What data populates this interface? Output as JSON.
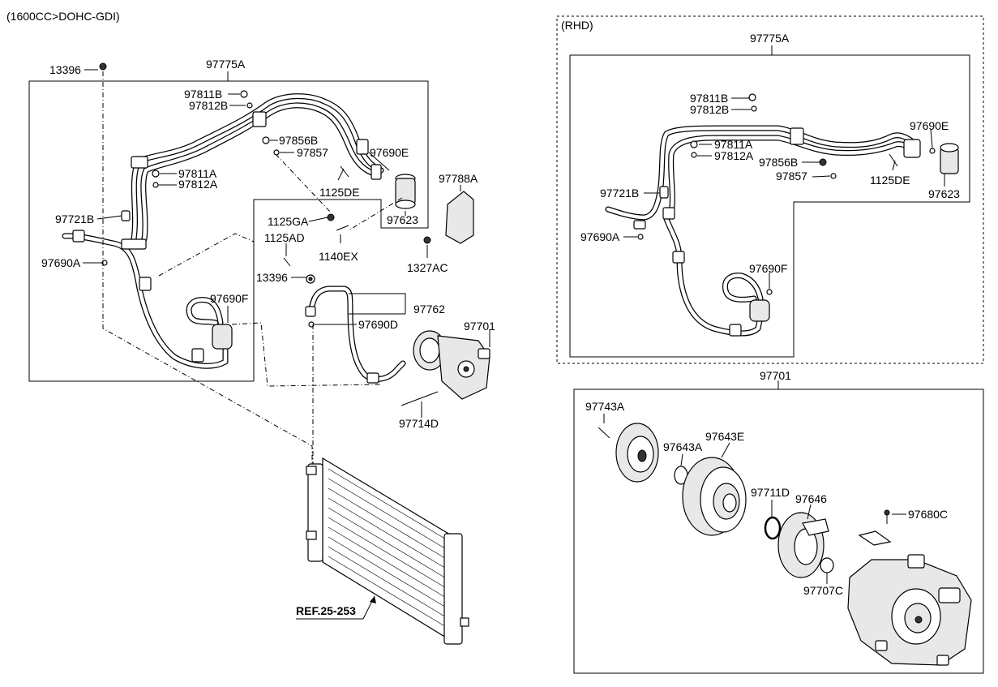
{
  "header": {
    "engine_spec": "(1600CC>DOHC-GDI)",
    "rhd_label": "(RHD)"
  },
  "left_labels": {
    "p13396_top": "13396",
    "p97775A": "97775A",
    "p97811B": "97811B",
    "p97812B": "97812B",
    "p97856B": "97856B",
    "p97857": "97857",
    "p97690E": "97690E",
    "p1125DE": "1125DE",
    "p97788A": "97788A",
    "p97811A": "97811A",
    "p97812A": "97812A",
    "p97721B": "97721B",
    "p1125GA": "1125GA",
    "p97623": "97623",
    "p1125AD": "1125AD",
    "p1140EX": "1140EX",
    "p1327AC": "1327AC",
    "p97690A": "97690A",
    "p13396_mid": "13396",
    "p97690F": "97690F",
    "p97762": "97762",
    "p97690D": "97690D",
    "p97701": "97701",
    "p97714D": "97714D",
    "ref": "REF.25-253"
  },
  "rhd_labels": {
    "p97775A": "97775A",
    "p97811B": "97811B",
    "p97812B": "97812B",
    "p97690E": "97690E",
    "p97811A": "97811A",
    "p97812A": "97812A",
    "p97856B": "97856B",
    "p97857": "97857",
    "p1125DE": "1125DE",
    "p97721B": "97721B",
    "p97623": "97623",
    "p97690A": "97690A",
    "p97690F": "97690F"
  },
  "compressor_labels": {
    "p97701": "97701",
    "p97743A": "97743A",
    "p97643E": "97643E",
    "p97643A": "97643A",
    "p97711D": "97711D",
    "p97646": "97646",
    "p97680C": "97680C",
    "p97707C": "97707C"
  }
}
